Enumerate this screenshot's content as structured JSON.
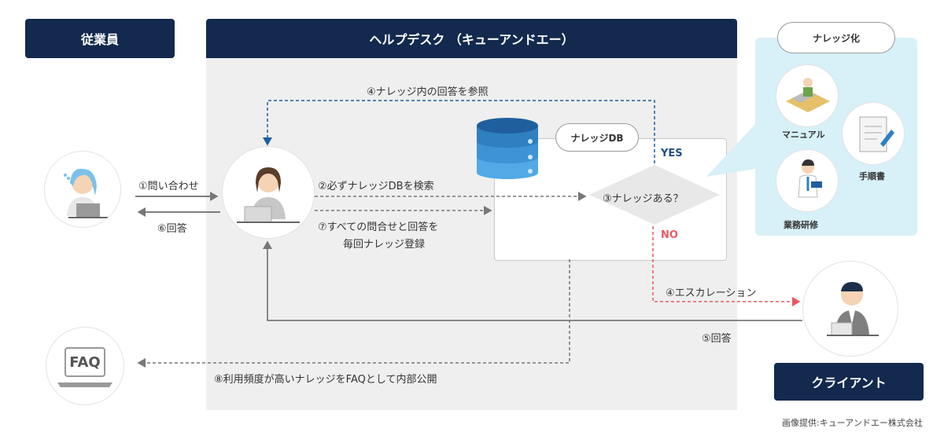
{
  "headers": {
    "employee": "従業員",
    "helpdesk": "ヘルプデスク （キューアンドエー）",
    "client": "クライアント",
    "knowledge_pill": "ナレッジ化",
    "db_pill": "ナレッジDB"
  },
  "flow_labels": {
    "step1": "①問い合わせ",
    "step2": "②必ずナレッジDBを検索",
    "step3": "③ナレッジある？",
    "step4a": "④ナレッジ内の回答を参照",
    "step4b": "④エスカレーション",
    "step5": "⑤回答",
    "step6": "⑥回答",
    "step7_line1": "⑦すべての問合せと回答を",
    "step7_line2": "毎回ナレッジ登録",
    "step8": "⑧利用頻度が高いナレッジをFAQとして内部公開",
    "yes": "YES",
    "no": "NO"
  },
  "knowledge_items": {
    "manual": "マニュアル",
    "procedure": "手順書",
    "training": "業務研修"
  },
  "faq_label": "FAQ",
  "credit": "画像提供:キューアンドエー株式会社",
  "colors": {
    "navy": "#13294d",
    "blue_dash": "#1f5f9e",
    "red_dash": "#e85a62",
    "gray_dash": "#777777",
    "db_blue": "#2f7fc1"
  }
}
